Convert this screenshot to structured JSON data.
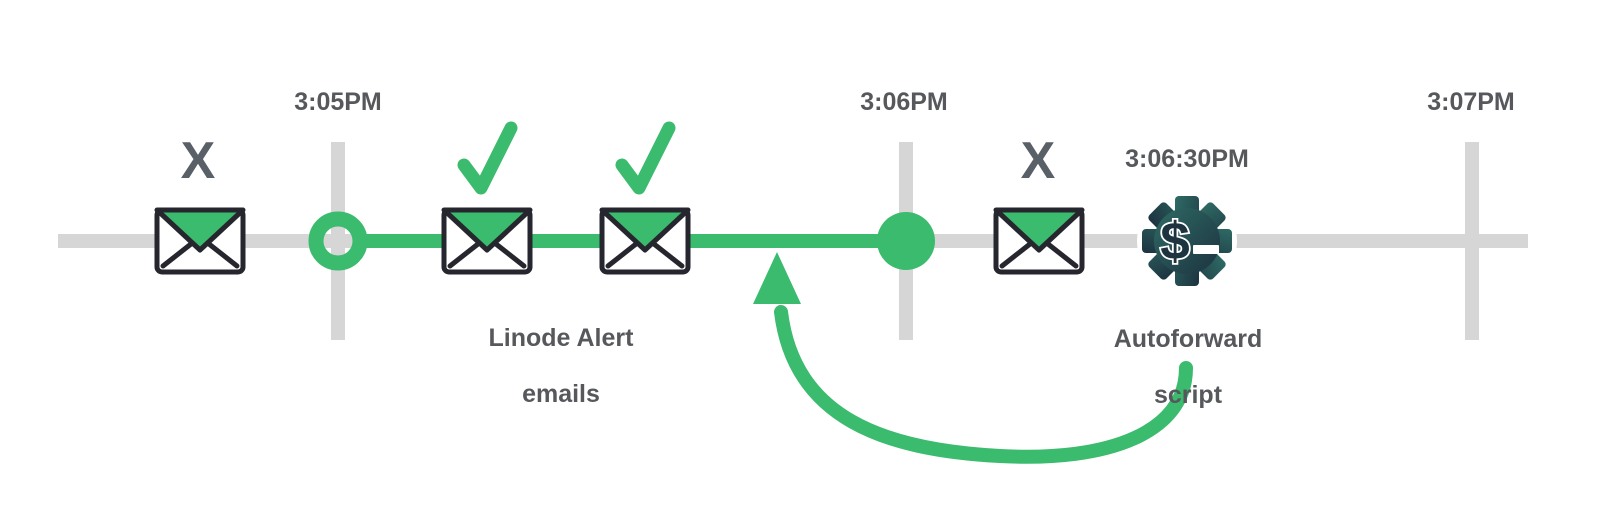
{
  "colors": {
    "green": "#3bbb6d",
    "track_gray": "#d6d6d6",
    "text_gray": "#56585c",
    "x_gray": "#5a6067",
    "outline_dark": "#26262e",
    "gear_teal_light": "#2e6a64",
    "gear_teal_dark": "#1d3340"
  },
  "timeline": {
    "tick_labels": [
      "3:05PM",
      "3:06PM",
      "3:07PM"
    ],
    "script_time_label": "3:06:30PM"
  },
  "glyphs": {
    "x_mark": "X",
    "dollar": "$"
  },
  "captions": {
    "alert_line1": "Linode Alert",
    "alert_line2": "emails",
    "script_line1": "Autoforward",
    "script_line2": "script"
  },
  "icons": {
    "envelope": "envelope-icon",
    "check": "check-icon",
    "x_mark": "x-icon",
    "gear": "gear-dollar-icon",
    "arrow": "curved-arrow-icon"
  }
}
